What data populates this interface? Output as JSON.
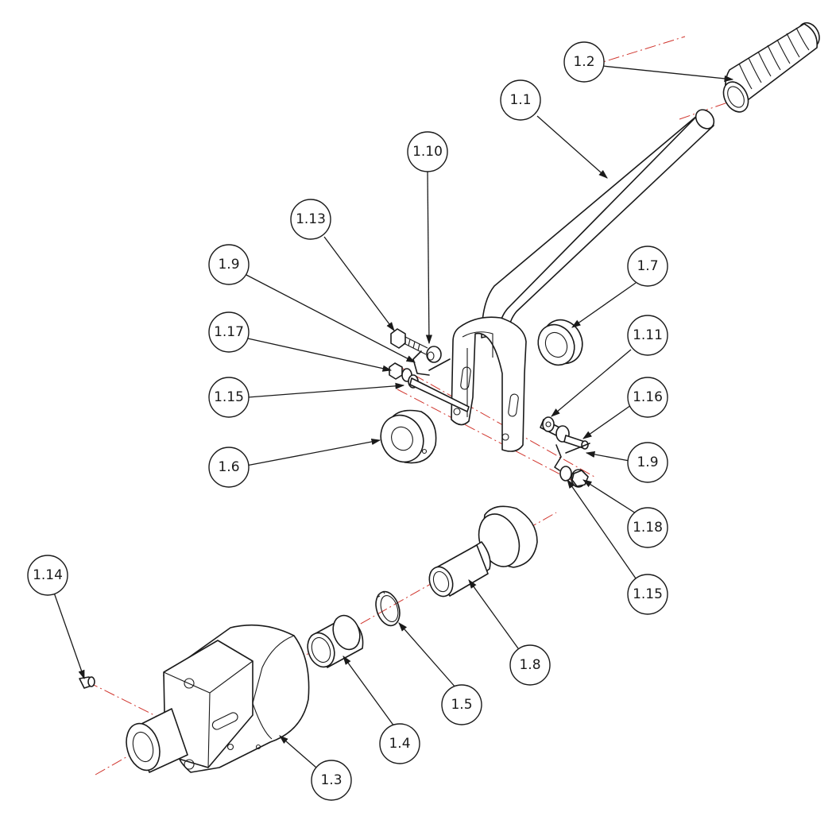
{
  "diagram": {
    "type": "exploded-assembly",
    "colors": {
      "line": "#1a1a1a",
      "axis": "#d0342c",
      "background": "#ffffff"
    },
    "callouts": [
      {
        "id": "c-1-2",
        "label": "1.2"
      },
      {
        "id": "c-1-1",
        "label": "1.1"
      },
      {
        "id": "c-1-10",
        "label": "1.10"
      },
      {
        "id": "c-1-13",
        "label": "1.13"
      },
      {
        "id": "c-1-9a",
        "label": "1.9"
      },
      {
        "id": "c-1-7",
        "label": "1.7"
      },
      {
        "id": "c-1-17",
        "label": "1.17"
      },
      {
        "id": "c-1-11",
        "label": "1.11"
      },
      {
        "id": "c-1-15a",
        "label": "1.15"
      },
      {
        "id": "c-1-16",
        "label": "1.16"
      },
      {
        "id": "c-1-6",
        "label": "1.6"
      },
      {
        "id": "c-1-9b",
        "label": "1.9"
      },
      {
        "id": "c-1-18",
        "label": "1.18"
      },
      {
        "id": "c-1-14",
        "label": "1.14"
      },
      {
        "id": "c-1-15b",
        "label": "1.15"
      },
      {
        "id": "c-1-8",
        "label": "1.8"
      },
      {
        "id": "c-1-5",
        "label": "1.5"
      },
      {
        "id": "c-1-4",
        "label": "1.4"
      },
      {
        "id": "c-1-3",
        "label": "1.3"
      }
    ]
  }
}
